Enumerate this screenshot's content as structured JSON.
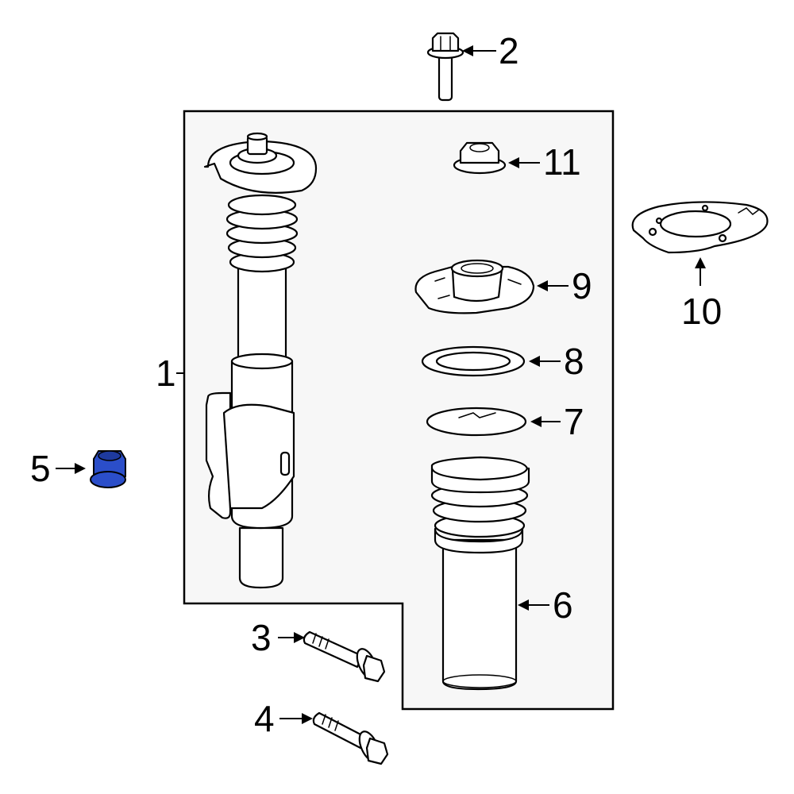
{
  "colors": {
    "background": "#ffffff",
    "line": "#000000",
    "panel_fill": "#f7f7f7",
    "highlight": "#2b4ec9"
  },
  "callouts": [
    {
      "label": "1",
      "part": "strut-assembly"
    },
    {
      "label": "2",
      "part": "upper-bolt"
    },
    {
      "label": "3",
      "part": "lower-bolt-a"
    },
    {
      "label": "4",
      "part": "lower-bolt-b"
    },
    {
      "label": "5",
      "part": "nut",
      "highlighted": true
    },
    {
      "label": "6",
      "part": "dust-boot"
    },
    {
      "label": "7",
      "part": "lower-insulator"
    },
    {
      "label": "8",
      "part": "upper-insulator"
    },
    {
      "label": "9",
      "part": "strut-mount"
    },
    {
      "label": "10",
      "part": "mount-plate"
    },
    {
      "label": "11",
      "part": "mount-nut"
    }
  ]
}
